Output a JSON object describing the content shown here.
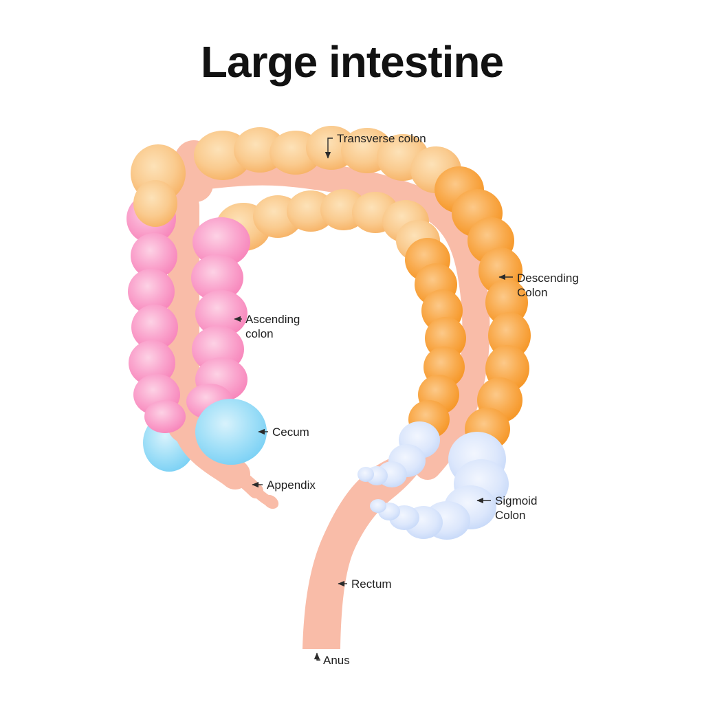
{
  "title": "Large intestine",
  "diagram": {
    "labels": {
      "transverse": "Transverse colon",
      "descending_line1": "Descending",
      "descending_line2": "Colon",
      "ascending_line1": "Ascending",
      "ascending_line2": "colon",
      "cecum": "Cecum",
      "appendix": "Appendix",
      "sigmoid_line1": "Sigmoid",
      "sigmoid_line2": "Colon",
      "rectum": "Rectum",
      "anus": "Anus"
    },
    "colors": {
      "transverse_colon": "#F9C685",
      "descending_colon": "#F79A33",
      "ascending_colon": "#F98FC0",
      "cecum": "#7ED3F5",
      "sigmoid_colon": "#C7D8F8",
      "lumen": "#F9BCA8",
      "label_text": "#1F1F1F",
      "background": "#FFFFFF"
    }
  }
}
